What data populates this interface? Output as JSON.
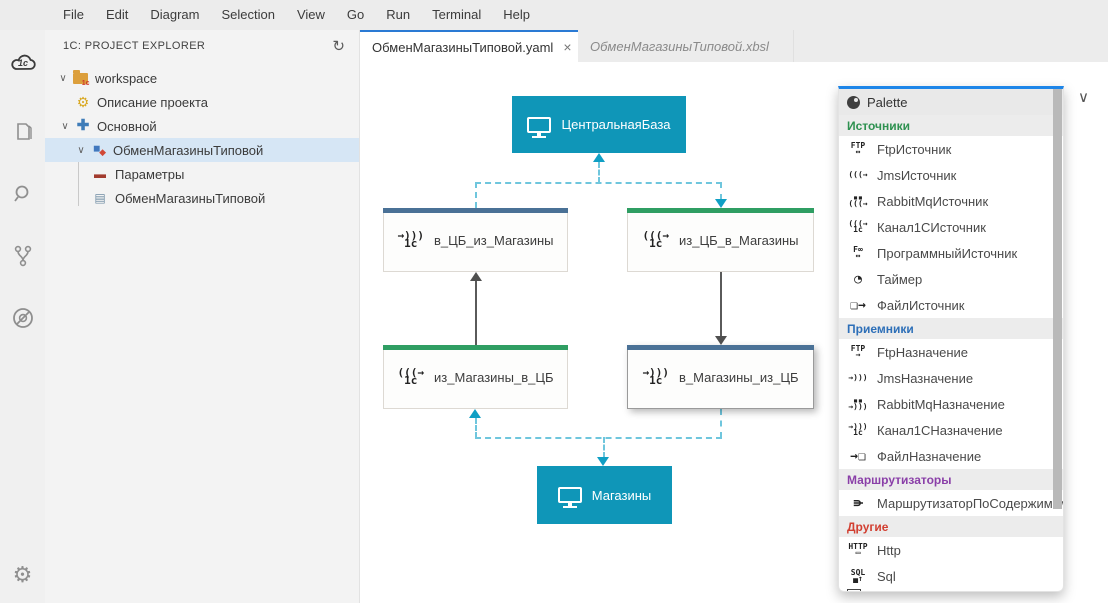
{
  "menu": {
    "items": [
      "File",
      "Edit",
      "Diagram",
      "Selection",
      "View",
      "Go",
      "Run",
      "Terminal",
      "Help"
    ]
  },
  "activity_bar": {
    "items": [
      {
        "name": "1c-designer-icon"
      },
      {
        "name": "explorer-files-icon"
      },
      {
        "name": "search-icon"
      },
      {
        "name": "source-control-icon"
      },
      {
        "name": "debug-disabled-icon"
      },
      {
        "name": "settings-gear-icon"
      }
    ]
  },
  "sidebar": {
    "title": "1C: PROJECT EXPLORER",
    "refresh_glyph": "↻",
    "tree": [
      {
        "label": "workspace",
        "icon": "workspace-folder-1c",
        "expanded": true,
        "depth": 0
      },
      {
        "label": "Описание проекта",
        "icon": "project-gear",
        "depth": 1
      },
      {
        "label": "Основной",
        "icon": "module-plus",
        "expanded": true,
        "depth": 1
      },
      {
        "label": "ОбменМагазиныТиповой",
        "icon": "process-flowchart",
        "expanded": true,
        "selected": true,
        "depth": 2
      },
      {
        "label": "Параметры",
        "icon": "parameters",
        "depth": 3
      },
      {
        "label": "ОбменМагазиныТиповой",
        "icon": "document",
        "depth": 3
      }
    ],
    "chevron_glyph": "∨"
  },
  "tabs": [
    {
      "label": "ОбменМагазиныТиповой.yaml",
      "close_glyph": "×",
      "active": true
    },
    {
      "label": "ОбменМагазиныТиповой.xbsl",
      "preview": true
    }
  ],
  "diagram": {
    "nodes": [
      {
        "id": "central",
        "label": "ЦентральнаяБаза",
        "type": "infobase"
      },
      {
        "id": "n1",
        "label": "в_ЦБ_из_Магазины",
        "type": "channel1c-destination",
        "accent": "blue",
        "glyph": "→)))\n1c"
      },
      {
        "id": "n2",
        "label": "из_ЦБ_в_Магазины",
        "type": "channel1c-source",
        "accent": "green",
        "glyph": "(((→\n1c"
      },
      {
        "id": "n3",
        "label": "из_Магазины_в_ЦБ",
        "type": "channel1c-source",
        "accent": "green",
        "glyph": "(((→\n1c"
      },
      {
        "id": "n4",
        "label": "в_Магазины_из_ЦБ",
        "type": "channel1c-destination",
        "accent": "blue",
        "selected": true,
        "glyph": "→)))\n1c"
      },
      {
        "id": "shops",
        "label": "Магазины",
        "type": "infobase"
      }
    ],
    "edges": [
      {
        "from": "n1",
        "to": "central",
        "style": "dashed-teal"
      },
      {
        "from": "central",
        "to": "n2",
        "style": "dashed-teal"
      },
      {
        "from": "n3",
        "to": "n1",
        "style": "solid-gray"
      },
      {
        "from": "n2",
        "to": "n4",
        "style": "solid-gray"
      },
      {
        "from": "n4",
        "to": "n3",
        "style": "dashed-teal"
      },
      {
        "from": "n4",
        "to": "shops",
        "style": "dashed-teal"
      }
    ],
    "colors": {
      "infobase_teal": "#0f96b8",
      "accent_blue": "#4a7196",
      "accent_green": "#2f9e63",
      "dashed_line": "#6fc6dd",
      "solid_line": "#5a5a5a"
    }
  },
  "palette": {
    "title": "Palette",
    "sections": [
      {
        "label": "Источники",
        "color": "#2e9150",
        "items": [
          {
            "label": "FtpИсточник",
            "icon": "ftp-source-icon",
            "glyph": "FTP\n↔"
          },
          {
            "label": "JmsИсточник",
            "icon": "jms-source-icon",
            "glyph": "(((→"
          },
          {
            "label": "RabbitMqИсточник",
            "icon": "rabbitmq-source-icon",
            "glyph": "▪▪\n(((→"
          },
          {
            "label": "Канал1СИсточник",
            "icon": "channel1c-source-icon",
            "glyph": "(((→\n1c"
          },
          {
            "label": "ПрограммныйИсточник",
            "icon": "program-source-icon",
            "glyph": "F∞\n↔"
          },
          {
            "label": "Таймер",
            "icon": "timer-icon",
            "glyph": "◔"
          },
          {
            "label": "ФайлИсточник",
            "icon": "file-source-icon",
            "glyph": "❏→"
          }
        ]
      },
      {
        "label": "Приемники",
        "color": "#2d6fb8",
        "items": [
          {
            "label": "FtpНазначение",
            "icon": "ftp-destination-icon",
            "glyph": "FTP\n→"
          },
          {
            "label": "JmsНазначение",
            "icon": "jms-destination-icon",
            "glyph": "→)))"
          },
          {
            "label": "RabbitMqНазначение",
            "icon": "rabbitmq-destination-icon",
            "glyph": "▪▪\n→)))"
          },
          {
            "label": "Канал1СНазначение",
            "icon": "channel1c-destination-icon",
            "glyph": "→)))\n1c"
          },
          {
            "label": "ФайлНазначение",
            "icon": "file-destination-icon",
            "glyph": "→❏"
          }
        ]
      },
      {
        "label": "Маршрутизаторы",
        "color": "#8a3fa8",
        "items": [
          {
            "label": "МаршрутизаторПоСодержимому",
            "icon": "content-router-icon",
            "glyph": "⋔"
          }
        ]
      },
      {
        "label": "Другие",
        "color": "#d23f31",
        "items": [
          {
            "label": "Http",
            "icon": "http-icon",
            "glyph": "HTTP\n▭"
          },
          {
            "label": "Sql",
            "icon": "sql-icon",
            "glyph": "SQL\n▄↑"
          }
        ]
      },
      {
        "truncated_item_visible": true
      }
    ]
  },
  "editor": {
    "collapse_chevron_glyph": "∨"
  }
}
